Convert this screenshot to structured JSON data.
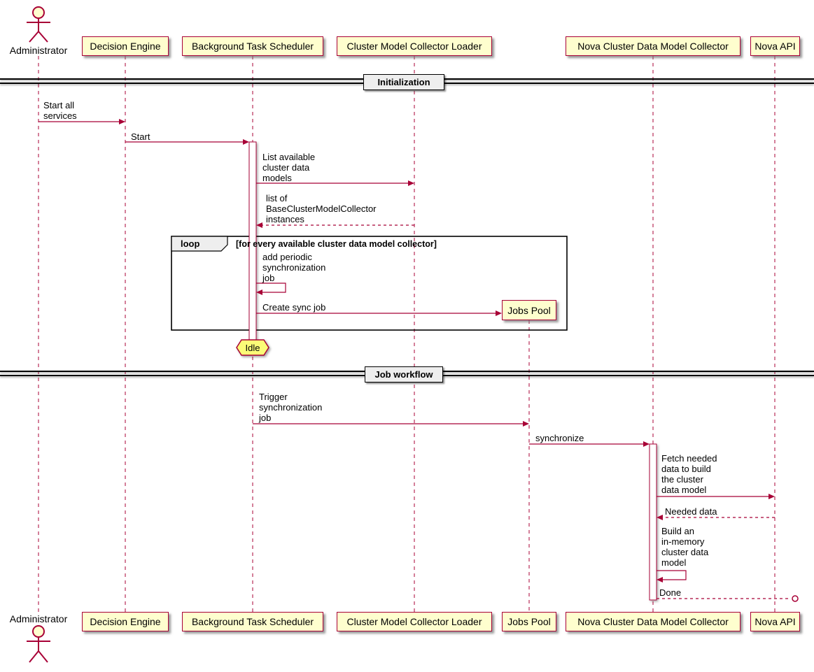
{
  "actor": {
    "label": "Administrator"
  },
  "participants": {
    "decision_engine": "Decision Engine",
    "bts": "Background Task Scheduler",
    "cmcl": "Cluster Model Collector Loader",
    "jobs_pool": "Jobs Pool",
    "ncdmc": "Nova Cluster Data Model Collector",
    "nova_api": "Nova API"
  },
  "dividers": {
    "initialization": "Initialization",
    "job_workflow": "Job workflow"
  },
  "loop": {
    "keyword": "loop",
    "condition": "[for every available cluster data model collector]"
  },
  "state": {
    "idle": "Idle"
  },
  "messages": {
    "m1": "Start all\nservices",
    "m2": "Start",
    "m3": "List available\ncluster data\nmodels",
    "m4": "list of\nBaseClusterModelCollector\ninstances",
    "m5": "add periodic\nsynchronization\njob",
    "m6": "Create sync job",
    "m7": "Trigger\nsynchronization\njob",
    "m8": "synchronize",
    "m9": "Fetch needed\ndata to build\nthe cluster\ndata model",
    "m10": "Needed data",
    "m11": "Build an\nin-memory\ncluster data\nmodel",
    "m12": "Done"
  },
  "colors": {
    "accent": "#A80036",
    "pfill": "#FEFECE",
    "hexfill": "#FBFB77",
    "gfill": "#EEEEEE"
  }
}
